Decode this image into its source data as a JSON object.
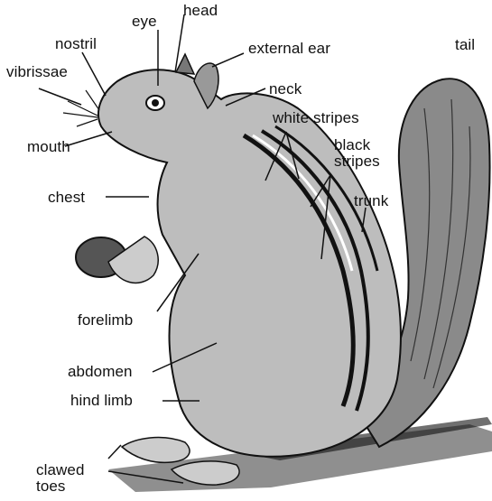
{
  "labels": {
    "eye": "eye",
    "head": "head",
    "nostril": "nostril",
    "external_ear": "external  ear",
    "tail": "tail",
    "vibrissae": "vibrissae",
    "neck": "neck",
    "white_stripes": "white  stripes",
    "mouth": "mouth",
    "black_stripes": "black\nstripes",
    "chest": "chest",
    "trunk": "trunk",
    "forelimb": "forelimb",
    "abdomen": "abdomen",
    "hind_limb": "hind limb",
    "clawed_toes": "clawed\ntoes"
  },
  "colors": {
    "ink": "#111111",
    "background": "#ffffff"
  }
}
